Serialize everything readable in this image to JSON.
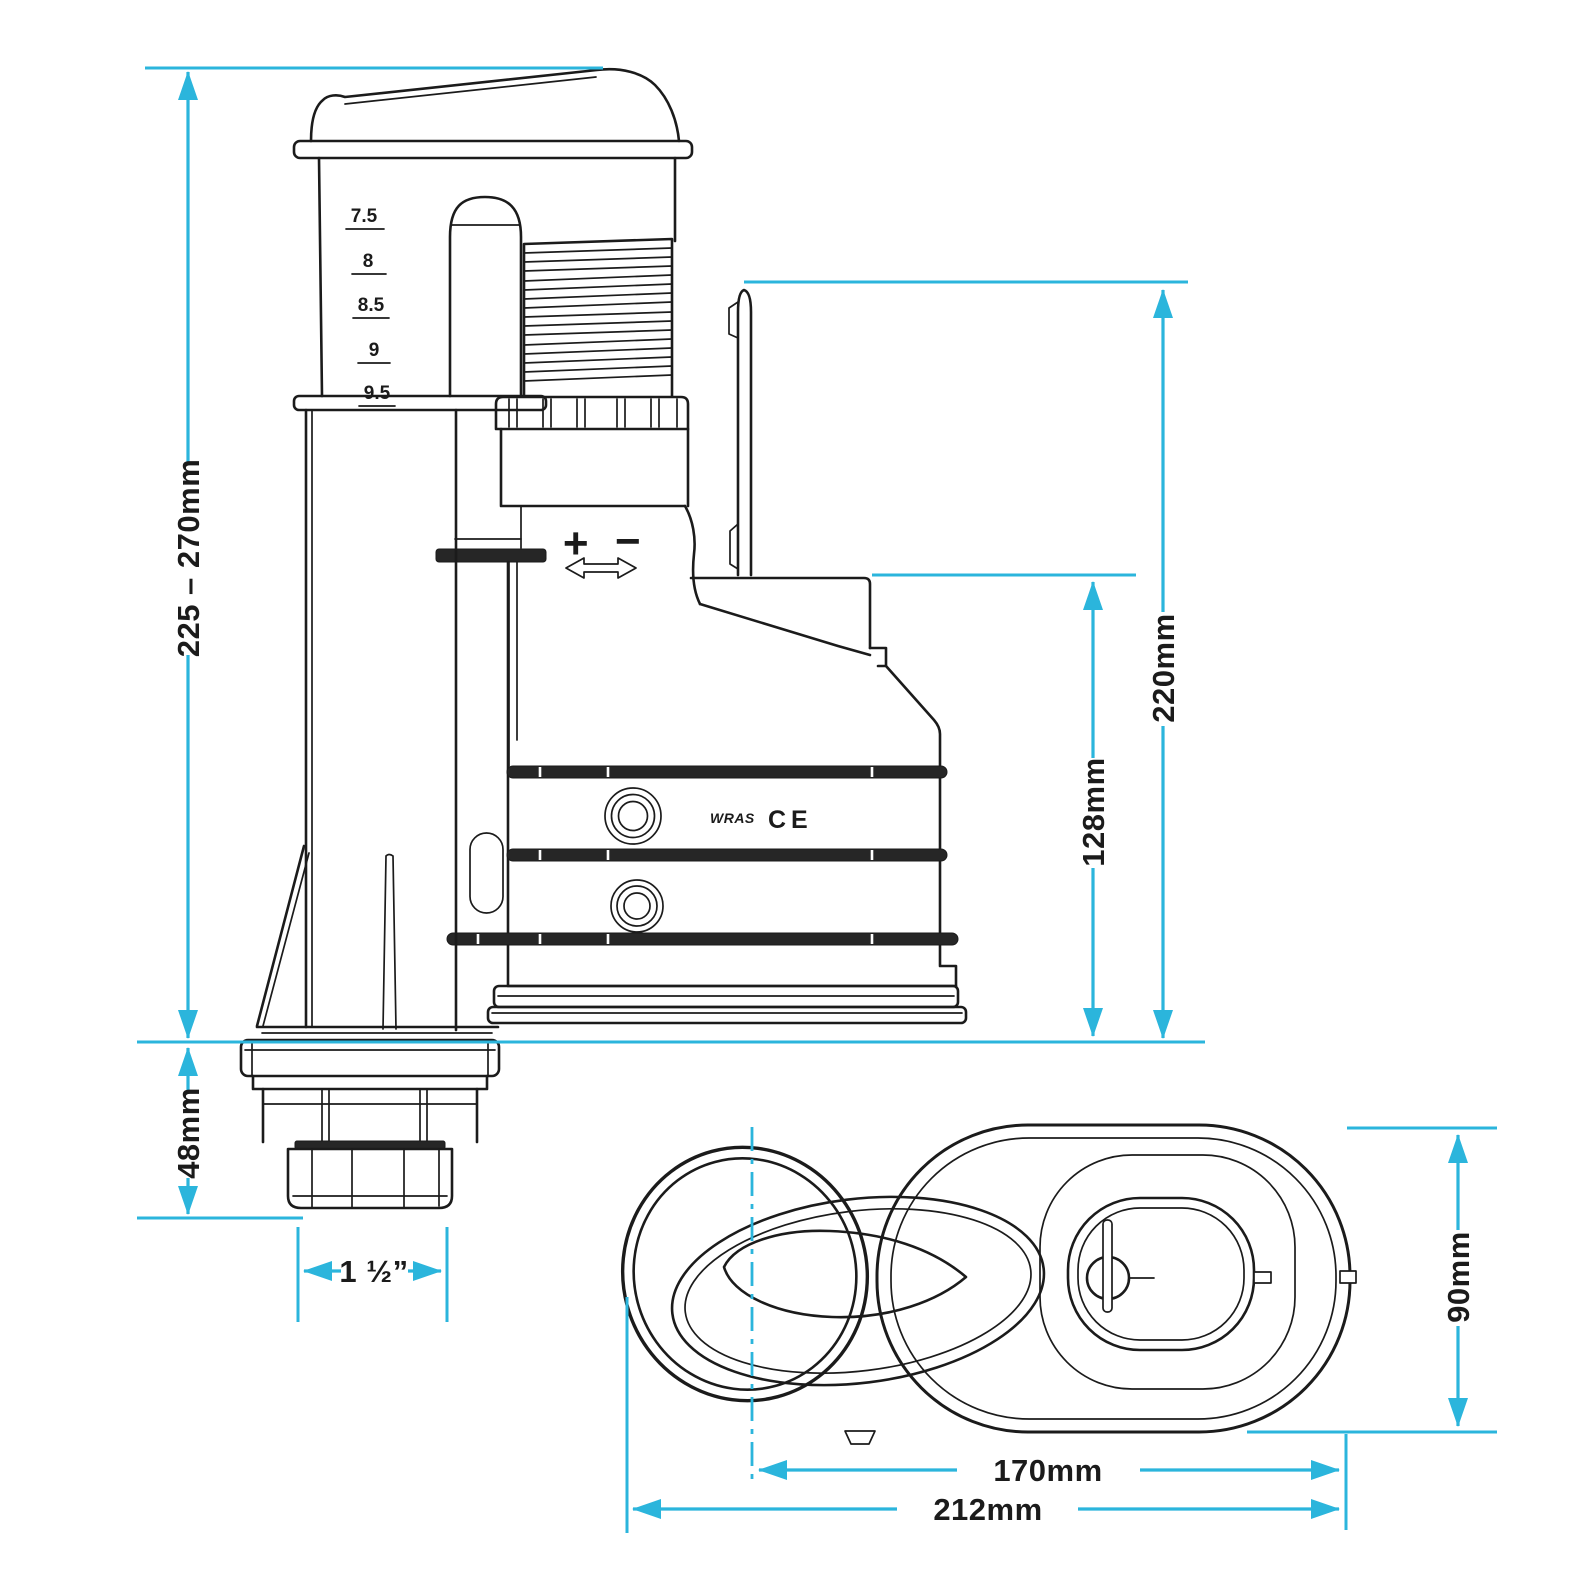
{
  "document": {
    "type": "technical dimension drawing",
    "subject": "Dual-flush toilet cistern syphon valve - side elevation and plan view",
    "background": "#ffffff",
    "line_color": "#1b1b1b",
    "dimension_color": "#2bb5dc"
  },
  "side_view": {
    "scale_marks": [
      "7.5",
      "8",
      "8.5",
      "9",
      "9.5"
    ],
    "adjustment": {
      "plus": "+",
      "minus": "−"
    },
    "markings": {
      "wras": "WRAS",
      "ce": "CE"
    }
  },
  "dimensions": {
    "overall_height": {
      "label": "225 – 270mm"
    },
    "outlet_height": {
      "label": "48mm"
    },
    "outlet_thread": {
      "label": "1 ½”"
    },
    "body_height": {
      "label": "220mm"
    },
    "body_upper_height": {
      "label": "128mm"
    },
    "plan_width": {
      "label": "90mm"
    },
    "plan_centre_to_end": {
      "label": "170mm"
    },
    "plan_overall_length": {
      "label": "212mm"
    }
  }
}
